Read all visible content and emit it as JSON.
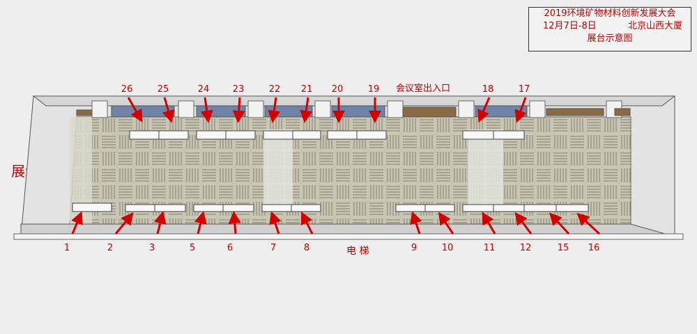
{
  "title": {
    "line1": "2019环境矿物材料创新发展大会",
    "dates": "12月7日-8日",
    "venue": "北京山西大厦",
    "line3": "展台示意图"
  },
  "labels": {
    "meeting_room": "会议室出入口",
    "elevator": "电 梯",
    "exhibit_area": "展示区➞"
  },
  "top_booths": [
    "26",
    "25",
    "24",
    "23",
    "22",
    "21",
    "20",
    "19",
    "18",
    "17"
  ],
  "bottom_booths": [
    "1",
    "2",
    "3",
    "5",
    "6",
    "7",
    "8",
    "9",
    "10",
    "11",
    "12",
    "15",
    "16"
  ],
  "colors": {
    "accent": "#c00000",
    "floor": "#c8c5b3",
    "wall": "#cfcfcf"
  }
}
